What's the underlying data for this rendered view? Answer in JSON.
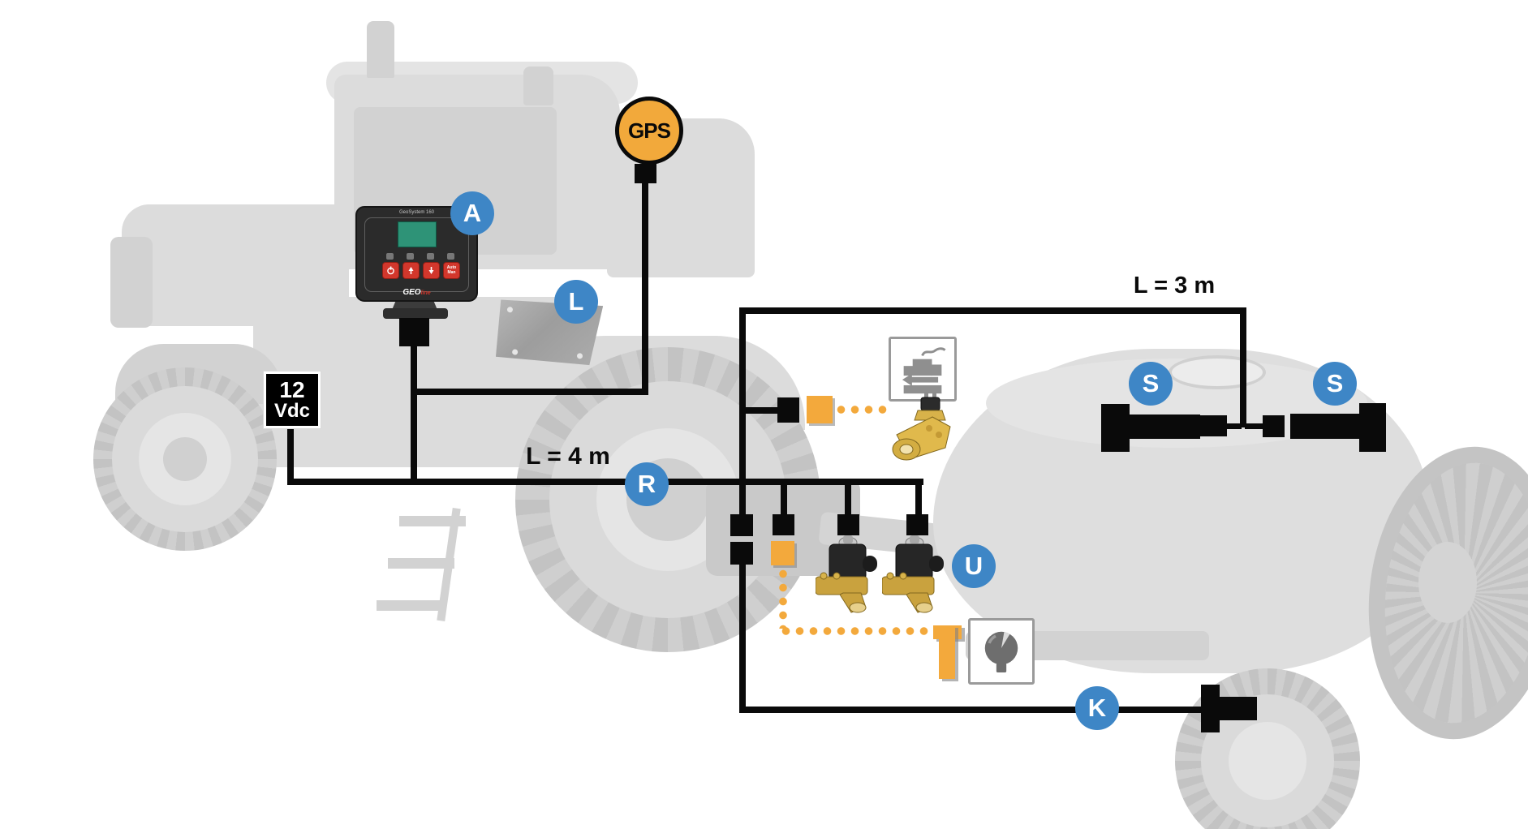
{
  "console": {
    "model_text": "GeoSystem 160",
    "brand_text": "GEO",
    "brand_suffix": "line",
    "auto_button_line1": "Auto",
    "auto_button_line2": "Man"
  },
  "gps_badge": {
    "label": "GPS"
  },
  "power_box": {
    "line1": "12",
    "line2": "Vdc"
  },
  "cable_labels": {
    "l4": "L = 4 m",
    "l3": "L = 3 m"
  },
  "markers": {
    "a": "A",
    "l": "L",
    "r": "R",
    "s1": "S",
    "s2": "S",
    "u": "U",
    "k": "K"
  },
  "icons": {
    "gps_antenna": "gps-antenna-badge",
    "flow_meter": "flow-meter-icon",
    "pressure_gauge": "pressure-gauge-icon",
    "section_valves": "solenoid-valve",
    "flow_sensor": "flow-sensor"
  },
  "colors": {
    "marker_blue": "#3E86C6",
    "accent_orange": "#F3A93C",
    "gps_orange": "#F2A93B",
    "wire_black": "#0a0a0a",
    "screen_green": "#2E9377",
    "button_red": "#D2372C",
    "silhouette_gray": "#dcdcdc"
  }
}
